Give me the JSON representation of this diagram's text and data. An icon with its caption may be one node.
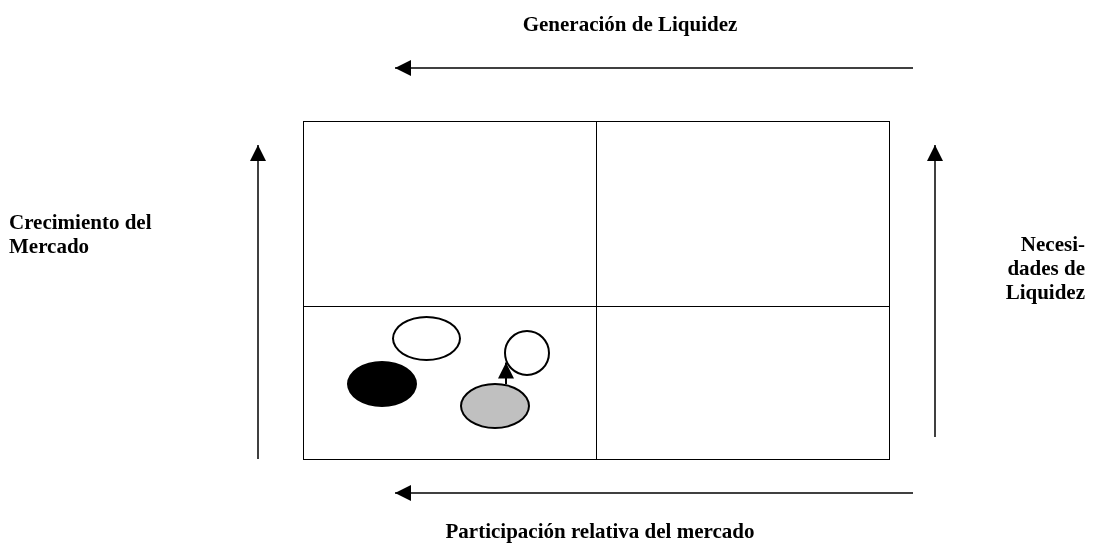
{
  "diagram": {
    "nodes": [
      {
        "text": [],
        "shape": "box"
      },
      {
        "text": [],
        "shape": "box"
      },
      {
        "text": [],
        "shape": "box"
      },
      {
        "text": [],
        "shape": "box"
      },
      {
        "text": [],
        "shape": "ellipse",
        "in": 2
      },
      {
        "text": [],
        "shape": "ellipse",
        "in": 2
      },
      {
        "text": [],
        "shape": "ellipse",
        "in": 2
      },
      {
        "text": [],
        "shape": "circle",
        "in": 2
      }
    ],
    "edges": [
      {
        "from": 6,
        "to": 7,
        "arrow": "to"
      }
    ],
    "labels": [
      "Generación de Liquidez",
      "Crecimiento del Mercado",
      "Necesi- dades de Liquidez",
      "Participación relativa del mercado"
    ]
  }
}
